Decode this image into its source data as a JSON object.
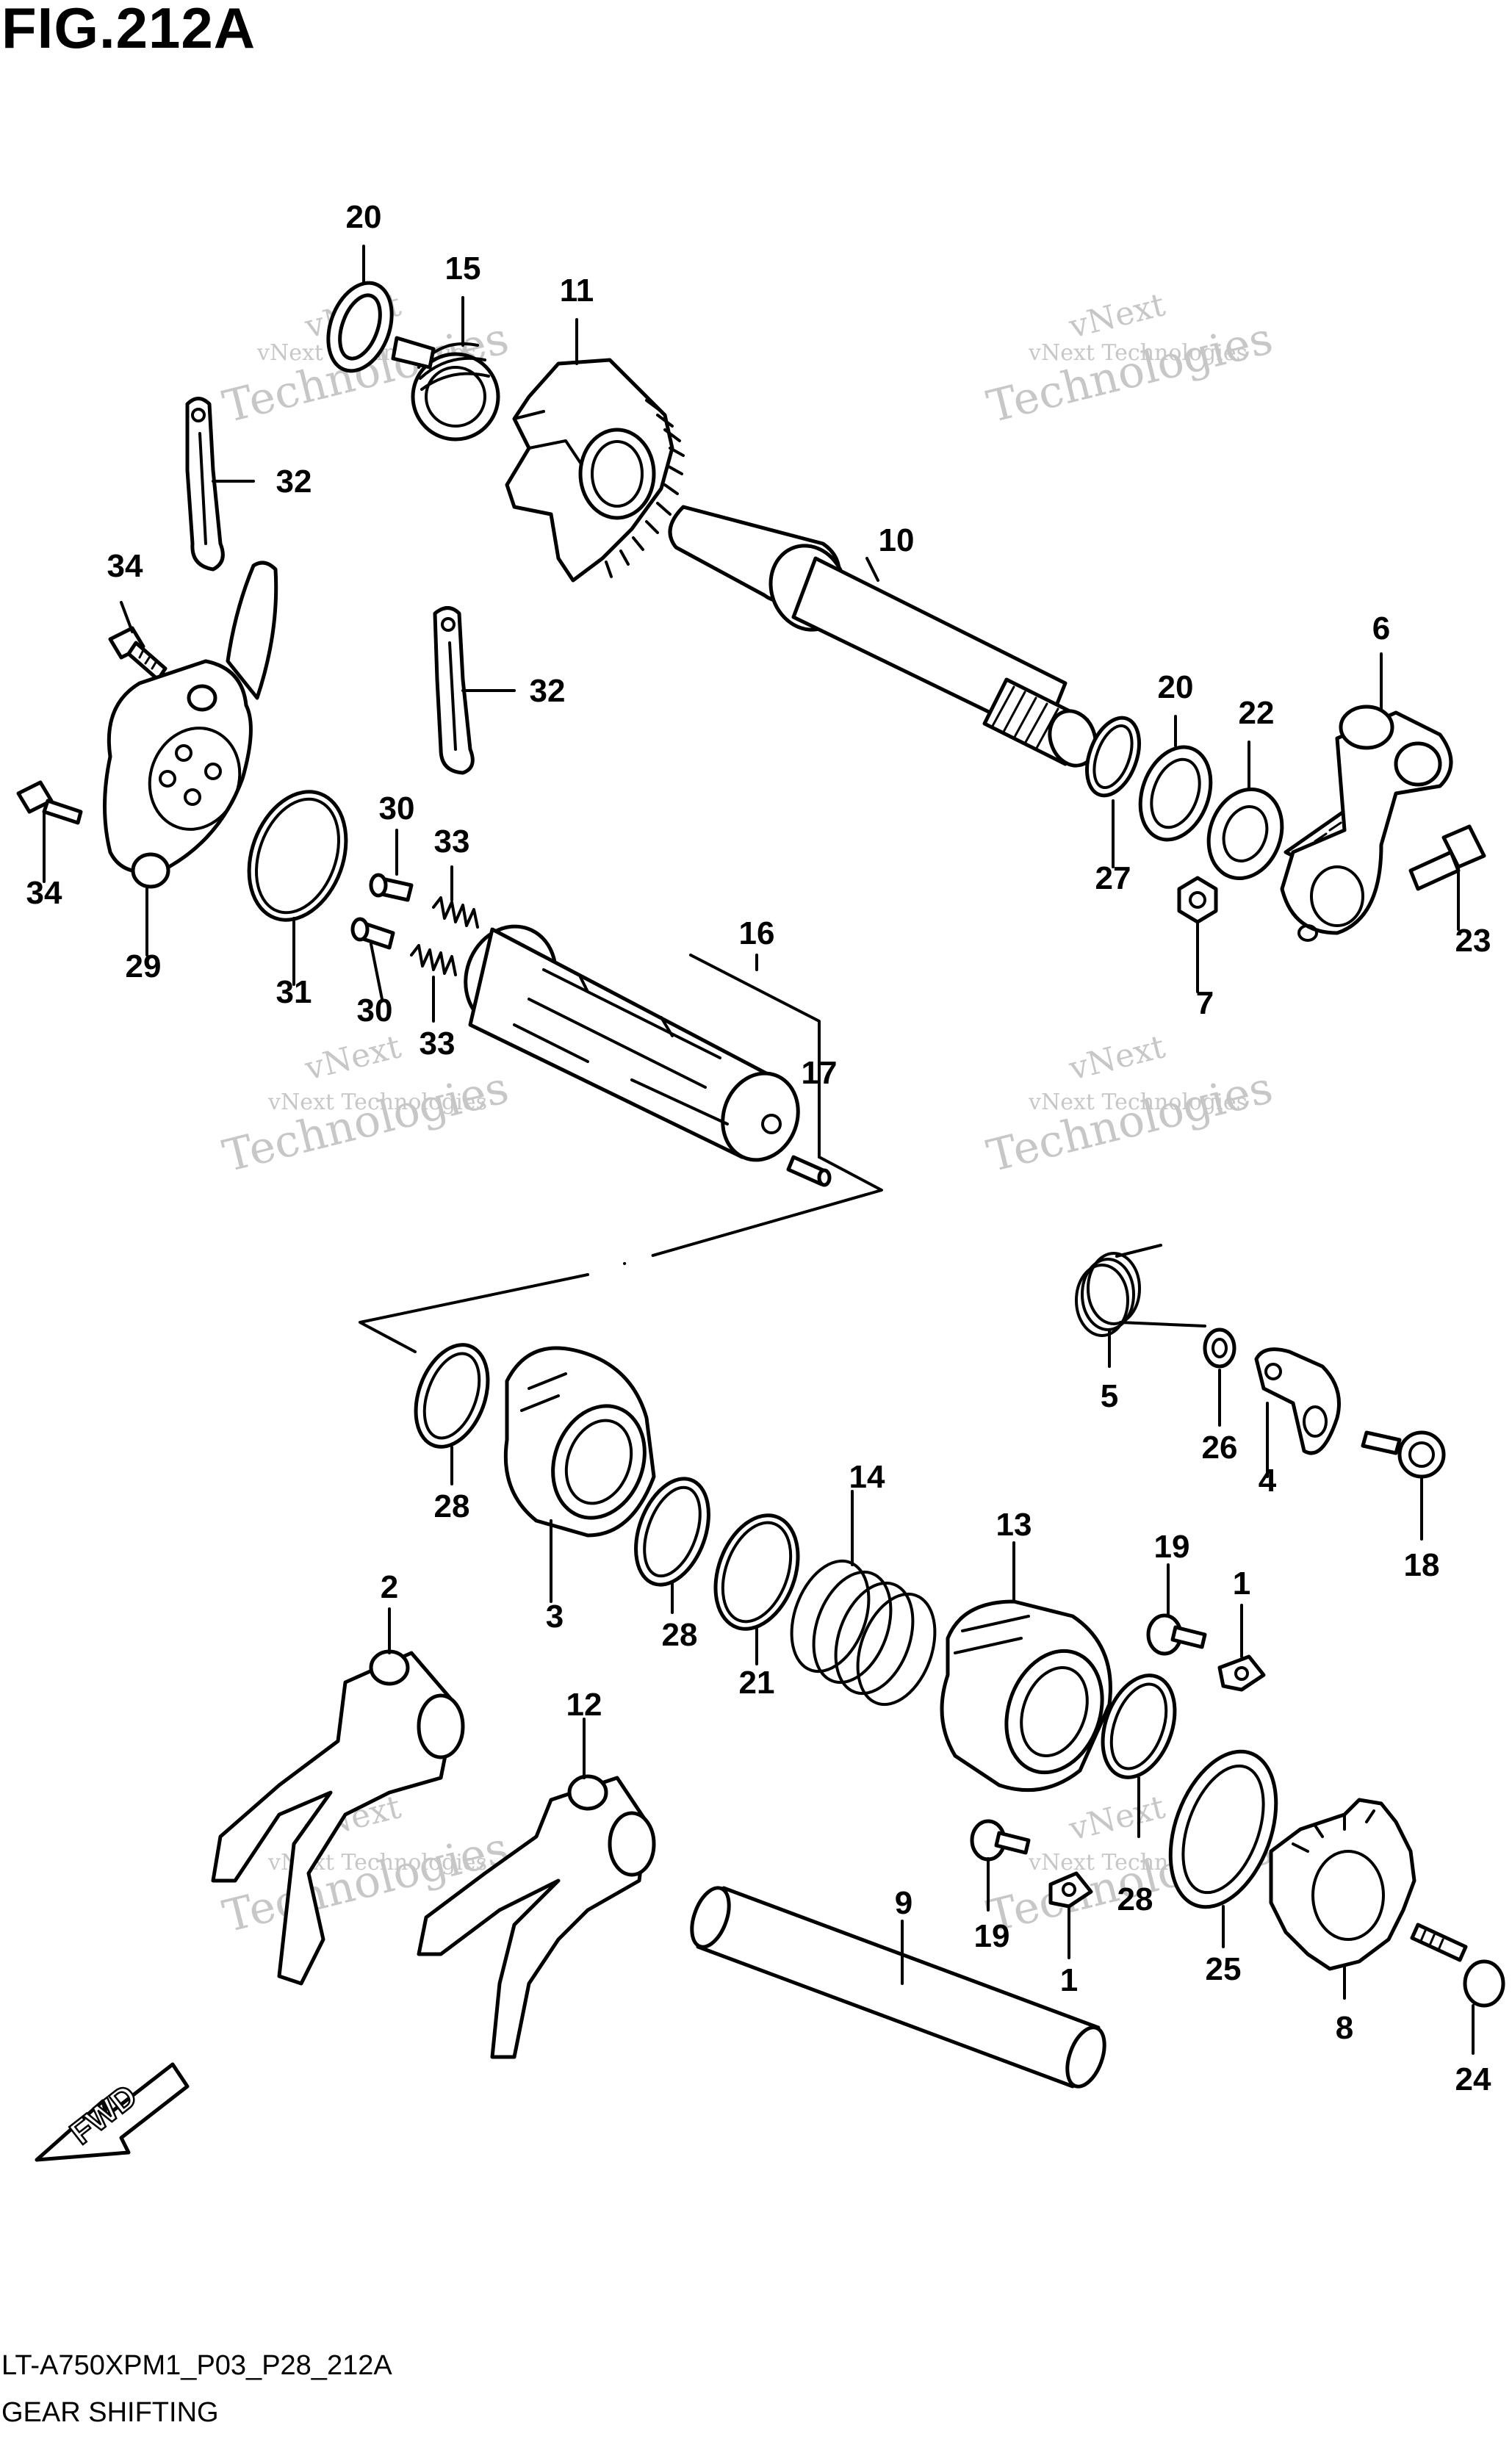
{
  "figure": {
    "title": "FIG.212A",
    "model_code": "LT-A750XPM1_P03_P28_212A",
    "name": "GEAR SHIFTING"
  },
  "watermark": {
    "line1": "vNext Technologies",
    "line2": "vNext",
    "line3": "Technologies"
  },
  "direction_arrow": "FWD",
  "callouts": [
    "20",
    "15",
    "11",
    "32",
    "10",
    "34",
    "20",
    "22",
    "6",
    "32",
    "27",
    "34",
    "29",
    "30",
    "33",
    "23",
    "31",
    "7",
    "30",
    "33",
    "16",
    "17",
    "5",
    "26",
    "28",
    "4",
    "18",
    "14",
    "3",
    "13",
    "19",
    "28",
    "1",
    "2",
    "21",
    "12",
    "9",
    "28",
    "19",
    "1",
    "25",
    "8",
    "24"
  ]
}
